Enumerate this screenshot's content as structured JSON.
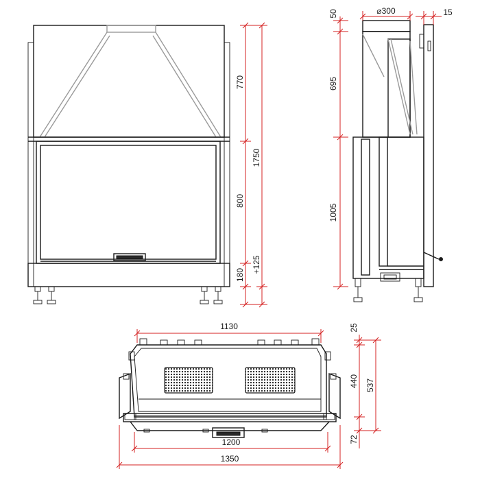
{
  "front_view": {
    "dims": {
      "hood_height": "770",
      "total_height": "1750",
      "door_height": "800",
      "base_height": "180",
      "base_offset": "+125"
    }
  },
  "side_view": {
    "dims": {
      "collar_height": "50",
      "flue_diameter": "⌀300",
      "wall_gap": "15",
      "upper_height": "695",
      "lower_height": "1005"
    }
  },
  "plan_view": {
    "dims": {
      "rear_width": "1130",
      "rear_offset": "25",
      "depth_inner": "440",
      "depth_total": "537",
      "front_offset": "72",
      "door_width": "1200",
      "total_width": "1350"
    }
  }
}
